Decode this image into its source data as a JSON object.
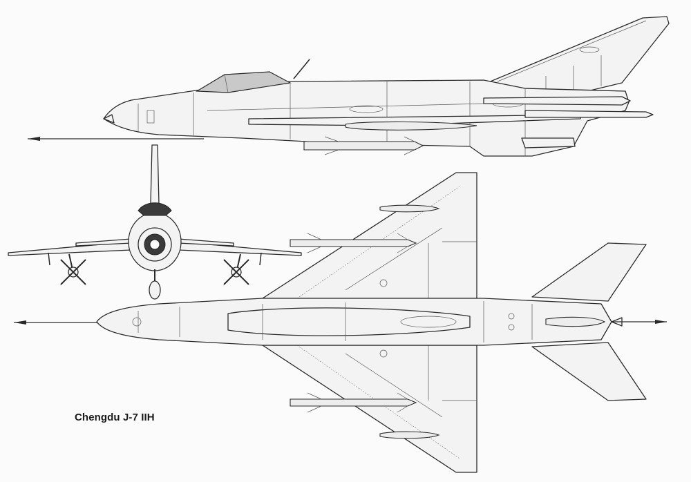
{
  "caption": "Chengdu J-7 IIH",
  "views": {
    "side": "side-view",
    "front": "front-view",
    "top": "plan-view"
  },
  "colors": {
    "line": "#2a2a2a",
    "fill": "#f3f3f3",
    "canopy": "#c9c9c9",
    "background": "#fbfbfb"
  }
}
